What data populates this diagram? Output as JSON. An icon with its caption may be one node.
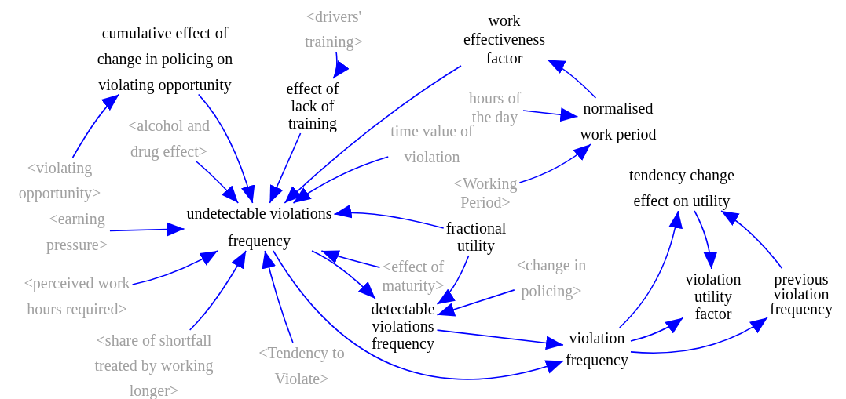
{
  "diagram": {
    "nodes": [
      {
        "text": [
          "cumulative effect of change in policing on violating opportunity"
        ]
      },
      {
        "text": [
          "<drivers' training>"
        ]
      },
      {
        "text": [
          "work effectiveness factor"
        ]
      },
      {
        "text": [
          "effect of lack of training"
        ]
      },
      {
        "text": [
          "hours of the day"
        ]
      },
      {
        "text": [
          "normalised work period"
        ]
      },
      {
        "text": [
          "<alcohol and drug effect>"
        ]
      },
      {
        "text": [
          "time value of violation"
        ]
      },
      {
        "text": [
          "<violating opportunity>"
        ]
      },
      {
        "text": [
          "tendency change effect on utility"
        ]
      },
      {
        "text": [
          "<Working Period>"
        ]
      },
      {
        "text": [
          "undetectable violations frequency"
        ]
      },
      {
        "text": [
          "<earning pressure>"
        ]
      },
      {
        "text": [
          "fractional utility"
        ]
      },
      {
        "text": [
          "<effect of maturity>"
        ]
      },
      {
        "text": [
          "<change in policing>"
        ]
      },
      {
        "text": [
          "<perceived work hours required>"
        ]
      },
      {
        "text": [
          "violation utility factor"
        ]
      },
      {
        "text": [
          "previous violation frequency"
        ]
      },
      {
        "text": [
          "detectable violations frequency"
        ]
      },
      {
        "text": [
          "violation frequency"
        ]
      },
      {
        "text": [
          "<share of shortfall treated by working longer>"
        ]
      },
      {
        "text": [
          "<Tendency to Violate>"
        ]
      }
    ],
    "edges": [
      {
        "from": 8,
        "to": 0,
        "arrow": "to"
      },
      {
        "from": 0,
        "to": 11,
        "arrow": "to"
      },
      {
        "from": 1,
        "to": 3,
        "arrow": "to"
      },
      {
        "from": 3,
        "to": 11,
        "arrow": "to"
      },
      {
        "from": 2,
        "to": 11,
        "arrow": "to"
      },
      {
        "from": 7,
        "to": 11,
        "arrow": "to"
      },
      {
        "from": 6,
        "to": 11,
        "arrow": "to"
      },
      {
        "from": 4,
        "to": 5,
        "arrow": "to"
      },
      {
        "from": 5,
        "to": 2,
        "arrow": "to"
      },
      {
        "from": 10,
        "to": 5,
        "arrow": "to"
      },
      {
        "from": 12,
        "to": 11,
        "arrow": "to"
      },
      {
        "from": 16,
        "to": 11,
        "arrow": "to"
      },
      {
        "from": 21,
        "to": 11,
        "arrow": "to"
      },
      {
        "from": 22,
        "to": 11,
        "arrow": "to"
      },
      {
        "from": 13,
        "to": 11,
        "arrow": "to"
      },
      {
        "from": 14,
        "to": 11,
        "arrow": "to"
      },
      {
        "from": 11,
        "to": 19,
        "arrow": "to"
      },
      {
        "from": 13,
        "to": 19,
        "arrow": "to"
      },
      {
        "from": 15,
        "to": 19,
        "arrow": "to"
      },
      {
        "from": 19,
        "to": 20,
        "arrow": "to"
      },
      {
        "from": 11,
        "to": 20,
        "arrow": "to"
      },
      {
        "from": 20,
        "to": 9,
        "arrow": "to"
      },
      {
        "from": 9,
        "to": 17,
        "arrow": "to"
      },
      {
        "from": 20,
        "to": 17,
        "arrow": "to"
      },
      {
        "from": 20,
        "to": 18,
        "arrow": "to"
      },
      {
        "from": 18,
        "to": 9,
        "arrow": "to"
      }
    ]
  }
}
